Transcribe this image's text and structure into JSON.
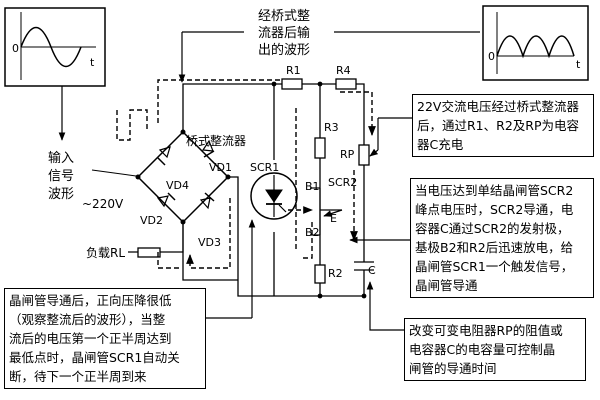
{
  "title": {
    "lines": [
      "经桥式整",
      "流器后输",
      "出的波形"
    ]
  },
  "input_wave": {
    "zero": "0",
    "axis": "t"
  },
  "output_wave": {
    "zero": "0",
    "axis": "t"
  },
  "labels": {
    "input_signal": [
      "输入",
      "信号",
      "波形"
    ],
    "ac_voltage": "~220V",
    "bridge_rectifier": "桥式整流器",
    "vd1": "VD1",
    "vd2": "VD2",
    "vd3": "VD3",
    "vd4": "VD4",
    "load": "负载RL",
    "r1": "R1",
    "r2": "R2",
    "r3": "R3",
    "r4": "R4",
    "scr1": "SCR1",
    "scr2": "SCR2",
    "rp": "RP",
    "b1": "B1",
    "b2": "B2",
    "e": "E",
    "c": "C"
  },
  "notes": {
    "charging": [
      "22V交流电压经过桥式整流器",
      "后，通过R1、R2及RP为电容",
      "器C充电"
    ],
    "trigger": [
      "当电压达到单结晶闸管SCR2",
      "峰点电压时，SCR2导通，电",
      "容器C通过SCR2的发射极，",
      "基极B2和R2后迅速放电，给",
      "晶闸管SCR1一个触发信号，",
      "晶闸管导通"
    ],
    "turnoff": [
      "晶闸管导通后，正向压降很低",
      "（观察整流后的波形），当整",
      "流后的电压第一个正半周达到",
      "最低点时，晶闸管SCR1自动关",
      "断，待下一个正半周到来"
    ],
    "control": [
      "改变可变电阻器RP的阻值或",
      "电容器C的电容量可控制晶",
      "闸管的导通时间"
    ]
  },
  "colors": {
    "ink": "#000000",
    "background": "#ffffff"
  }
}
